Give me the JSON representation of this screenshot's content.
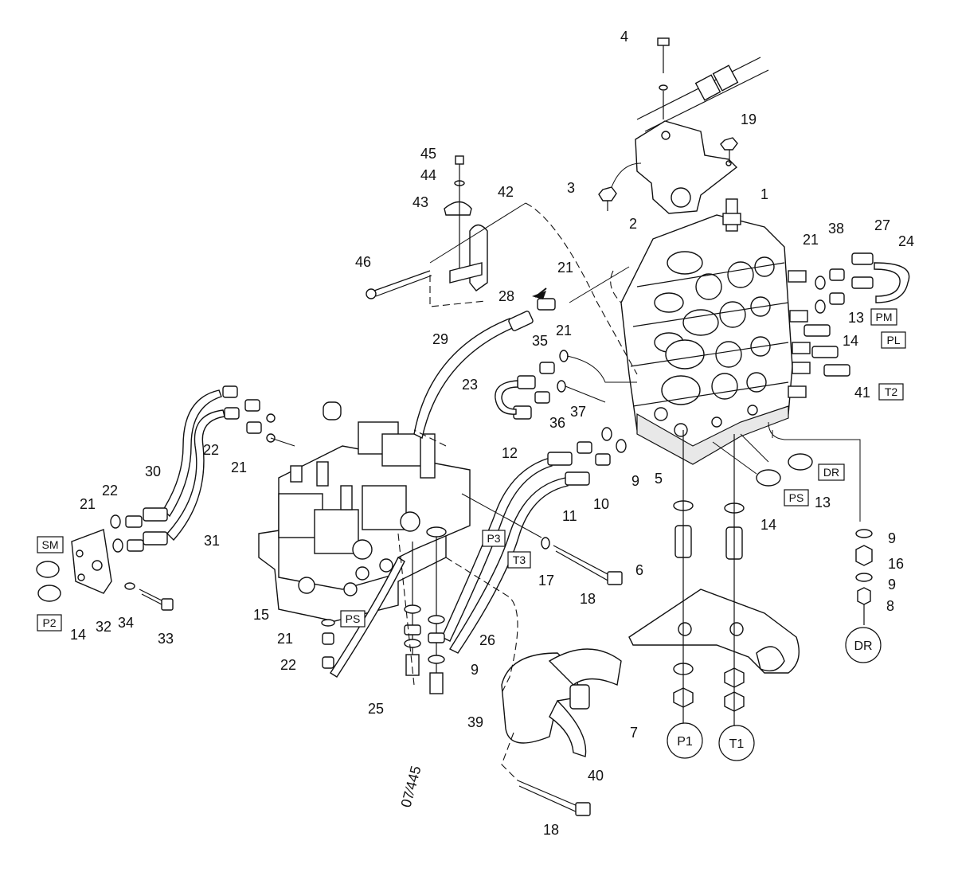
{
  "labels": [
    {
      "t": "4"
    },
    {
      "t": "19"
    },
    {
      "t": "3"
    },
    {
      "t": "1"
    },
    {
      "t": "2"
    },
    {
      "t": "45"
    },
    {
      "t": "44"
    },
    {
      "t": "43"
    },
    {
      "t": "42"
    },
    {
      "t": "46"
    },
    {
      "t": "21"
    },
    {
      "t": "38"
    },
    {
      "t": "27"
    },
    {
      "t": "24"
    },
    {
      "t": "21"
    },
    {
      "t": "28"
    },
    {
      "t": "13"
    },
    {
      "t": "14"
    },
    {
      "t": "29"
    },
    {
      "t": "35"
    },
    {
      "t": "21"
    },
    {
      "t": "23"
    },
    {
      "t": "36"
    },
    {
      "t": "37"
    },
    {
      "t": "41"
    },
    {
      "t": "30"
    },
    {
      "t": "22"
    },
    {
      "t": "21"
    },
    {
      "t": "12"
    },
    {
      "t": "10"
    },
    {
      "t": "9"
    },
    {
      "t": "11"
    },
    {
      "t": "5"
    },
    {
      "t": "22"
    },
    {
      "t": "21"
    },
    {
      "t": "31"
    },
    {
      "t": "6"
    },
    {
      "t": "14"
    },
    {
      "t": "13"
    },
    {
      "t": "9"
    },
    {
      "t": "16"
    },
    {
      "t": "9"
    },
    {
      "t": "8"
    },
    {
      "t": "17"
    },
    {
      "t": "18"
    },
    {
      "t": "34"
    },
    {
      "t": "15"
    },
    {
      "t": "33"
    },
    {
      "t": "32"
    },
    {
      "t": "14"
    },
    {
      "t": "21"
    },
    {
      "t": "22"
    },
    {
      "t": "26"
    },
    {
      "t": "9"
    },
    {
      "t": "25"
    },
    {
      "t": "39"
    },
    {
      "t": "40"
    },
    {
      "t": "7"
    },
    {
      "t": "18"
    }
  ],
  "boxes": [
    {
      "t": "PM"
    },
    {
      "t": "PL"
    },
    {
      "t": "T2"
    },
    {
      "t": "DR"
    },
    {
      "t": "PS"
    },
    {
      "t": "P3"
    },
    {
      "t": "T3"
    },
    {
      "t": "SM"
    },
    {
      "t": "P2"
    },
    {
      "t": "PS"
    }
  ],
  "circles": [
    {
      "t": "DR"
    },
    {
      "t": "P1"
    },
    {
      "t": "T1"
    }
  ],
  "drawing_code": "07⁄445"
}
